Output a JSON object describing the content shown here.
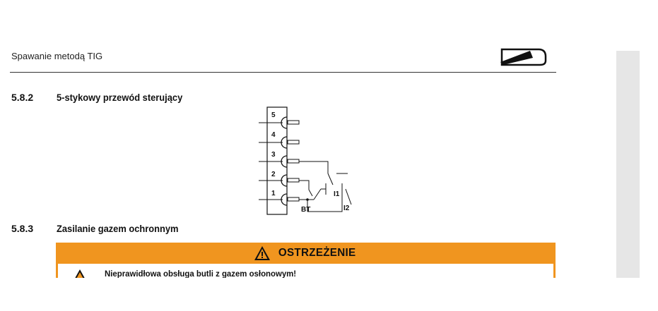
{
  "header": {
    "running_title": "Spawanie metodą TIG"
  },
  "sections": [
    {
      "number": "5.8.2",
      "title": "5-stykowy przewód sterujący"
    },
    {
      "number": "5.8.3",
      "title": "Zasilanie gazem ochronnym"
    }
  ],
  "diagram": {
    "pins": [
      "5",
      "4",
      "3",
      "2",
      "1"
    ],
    "labels": {
      "bt": "BT",
      "i1": "I1",
      "i2": "I2"
    }
  },
  "warning": {
    "title": "OSTRZEŻENIE",
    "text": "Nieprawidłowa obsługa butli z gazem osłonowym!",
    "accent_color": "#f0951f"
  }
}
